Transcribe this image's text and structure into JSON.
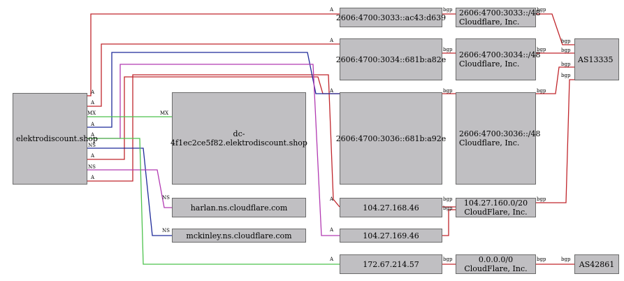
{
  "colors": {
    "red": "#c0262c",
    "blue": "#1f2b9a",
    "magenta": "#b23ab2",
    "green": "#4cc24c",
    "node_fill": "#c0bfc2"
  },
  "nodes": {
    "domain": "elektrodiscount.shop",
    "mx_host": "dc-4f1ec2ce5f82.elektrodiscount.shop",
    "ns1": "harlan.ns.cloudflare.com",
    "ns2": "mckinley.ns.cloudflare.com",
    "ip6_1": "2606:4700:3033::ac43:d639",
    "ip6_2": "2606:4700:3034::681b:a82e",
    "ip6_3": "2606:4700:3036::681b:a92e",
    "ip4_1": "104.27.168.46",
    "ip4_2": "104.27.169.46",
    "ip4_3": "172.67.214.57",
    "pfx1_line1": "2606:4700:3033::/48",
    "pfx1_line2": "Cloudflare, Inc.",
    "pfx2_line1": "2606:4700:3034::/48",
    "pfx2_line2": "Cloudflare, Inc.",
    "pfx3_line1": "2606:4700:3036::/48",
    "pfx3_line2": "Cloudflare, Inc.",
    "pfx4_line1": "104.27.160.0/20",
    "pfx4_line2": "CloudFlare, Inc.",
    "pfx5_line1": "0.0.0.0/0",
    "pfx5_line2": "CloudFlare, Inc.",
    "as1": "AS13335",
    "as2": "AS42861"
  },
  "edge_labels": {
    "a": "A",
    "mx": "MX",
    "ns": "NS",
    "bgp": "bgp"
  }
}
